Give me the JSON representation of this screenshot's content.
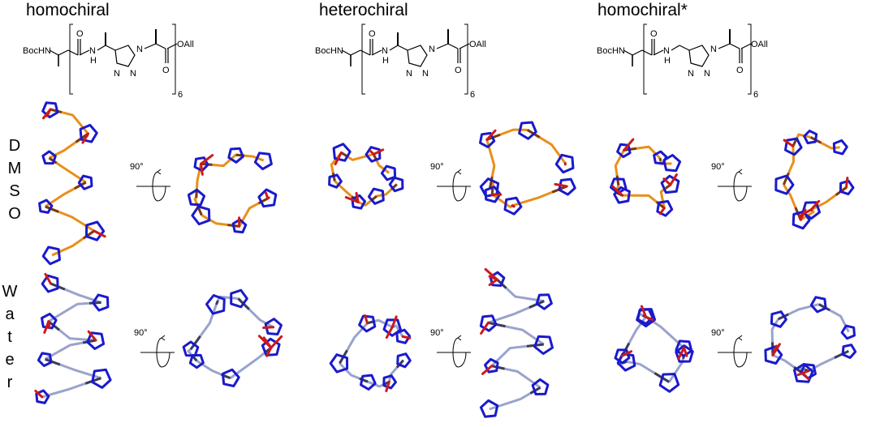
{
  "columns": [
    {
      "title": "homochiral",
      "repeat": "6",
      "boc": "BocHN",
      "nh": "H",
      "nh2": "N",
      "ester": "OAll",
      "oxo": "O",
      "triazole_n": [
        "N",
        "N",
        "N"
      ]
    },
    {
      "title": "heterochiral",
      "repeat": "6",
      "boc": "BocHN",
      "nh": "H",
      "nh2": "N",
      "ester": "OAll",
      "oxo": "O",
      "triazole_n": [
        "N",
        "N",
        "N"
      ]
    },
    {
      "title": "homochiral*",
      "repeat": "6",
      "boc": "BocHN",
      "nh": "H",
      "nh2": "N",
      "ester": "OAll",
      "oxo": "O",
      "triazole_n": [
        "N",
        "N",
        "N"
      ]
    }
  ],
  "rows": [
    {
      "letters": [
        "D",
        "M",
        "S",
        "O"
      ]
    },
    {
      "letters": [
        "W",
        "a",
        "t",
        "e",
        "r"
      ]
    }
  ],
  "rotation_label": "90°",
  "colors": {
    "dmso_backbone": "#e8901a",
    "dmso_dark": "#7a3a10",
    "water_backbone": "#9aa3cc",
    "water_dark": "#3c3c55",
    "nitrogen": "#1a1acc",
    "oxygen": "#cc1a1a"
  }
}
